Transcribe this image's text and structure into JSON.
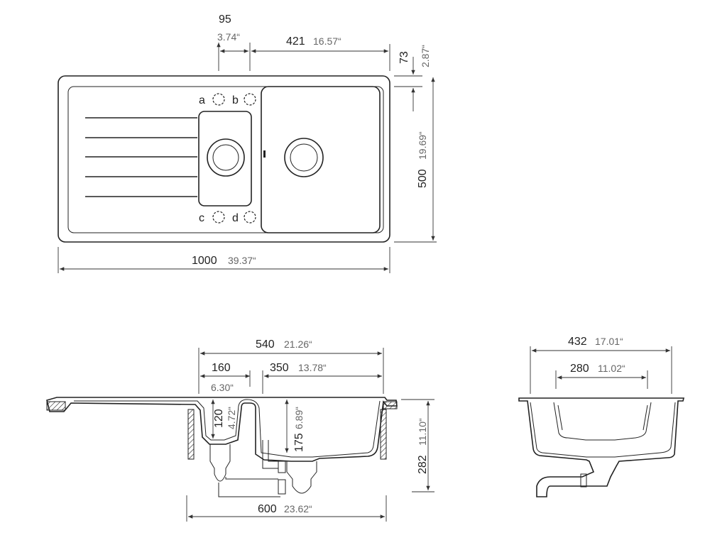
{
  "top_view": {
    "holes": [
      "a",
      "b",
      "c",
      "d"
    ],
    "dim_95": {
      "mm": "95",
      "in": "3.74“"
    },
    "dim_421": {
      "mm": "421",
      "in": "16.57“"
    },
    "dim_73": {
      "mm": "73",
      "in": "2.87“"
    },
    "dim_500": {
      "mm": "500",
      "in": "19.69“"
    },
    "dim_1000": {
      "mm": "1000",
      "in": "39.37“"
    }
  },
  "side_view": {
    "dim_540": {
      "mm": "540",
      "in": "21.26“"
    },
    "dim_160": {
      "mm": "160",
      "in": "6.30“"
    },
    "dim_350": {
      "mm": "350",
      "in": "13.78“"
    },
    "dim_120": {
      "mm": "120",
      "in": "4.72“"
    },
    "dim_175": {
      "mm": "175",
      "in": "6.89“"
    },
    "dim_282": {
      "mm": "282",
      "in": "11.10“"
    },
    "dim_600": {
      "mm": "600",
      "in": "23.62“"
    }
  },
  "end_view": {
    "dim_432": {
      "mm": "432",
      "in": "17.01“"
    },
    "dim_280": {
      "mm": "280",
      "in": "11.02“"
    }
  }
}
